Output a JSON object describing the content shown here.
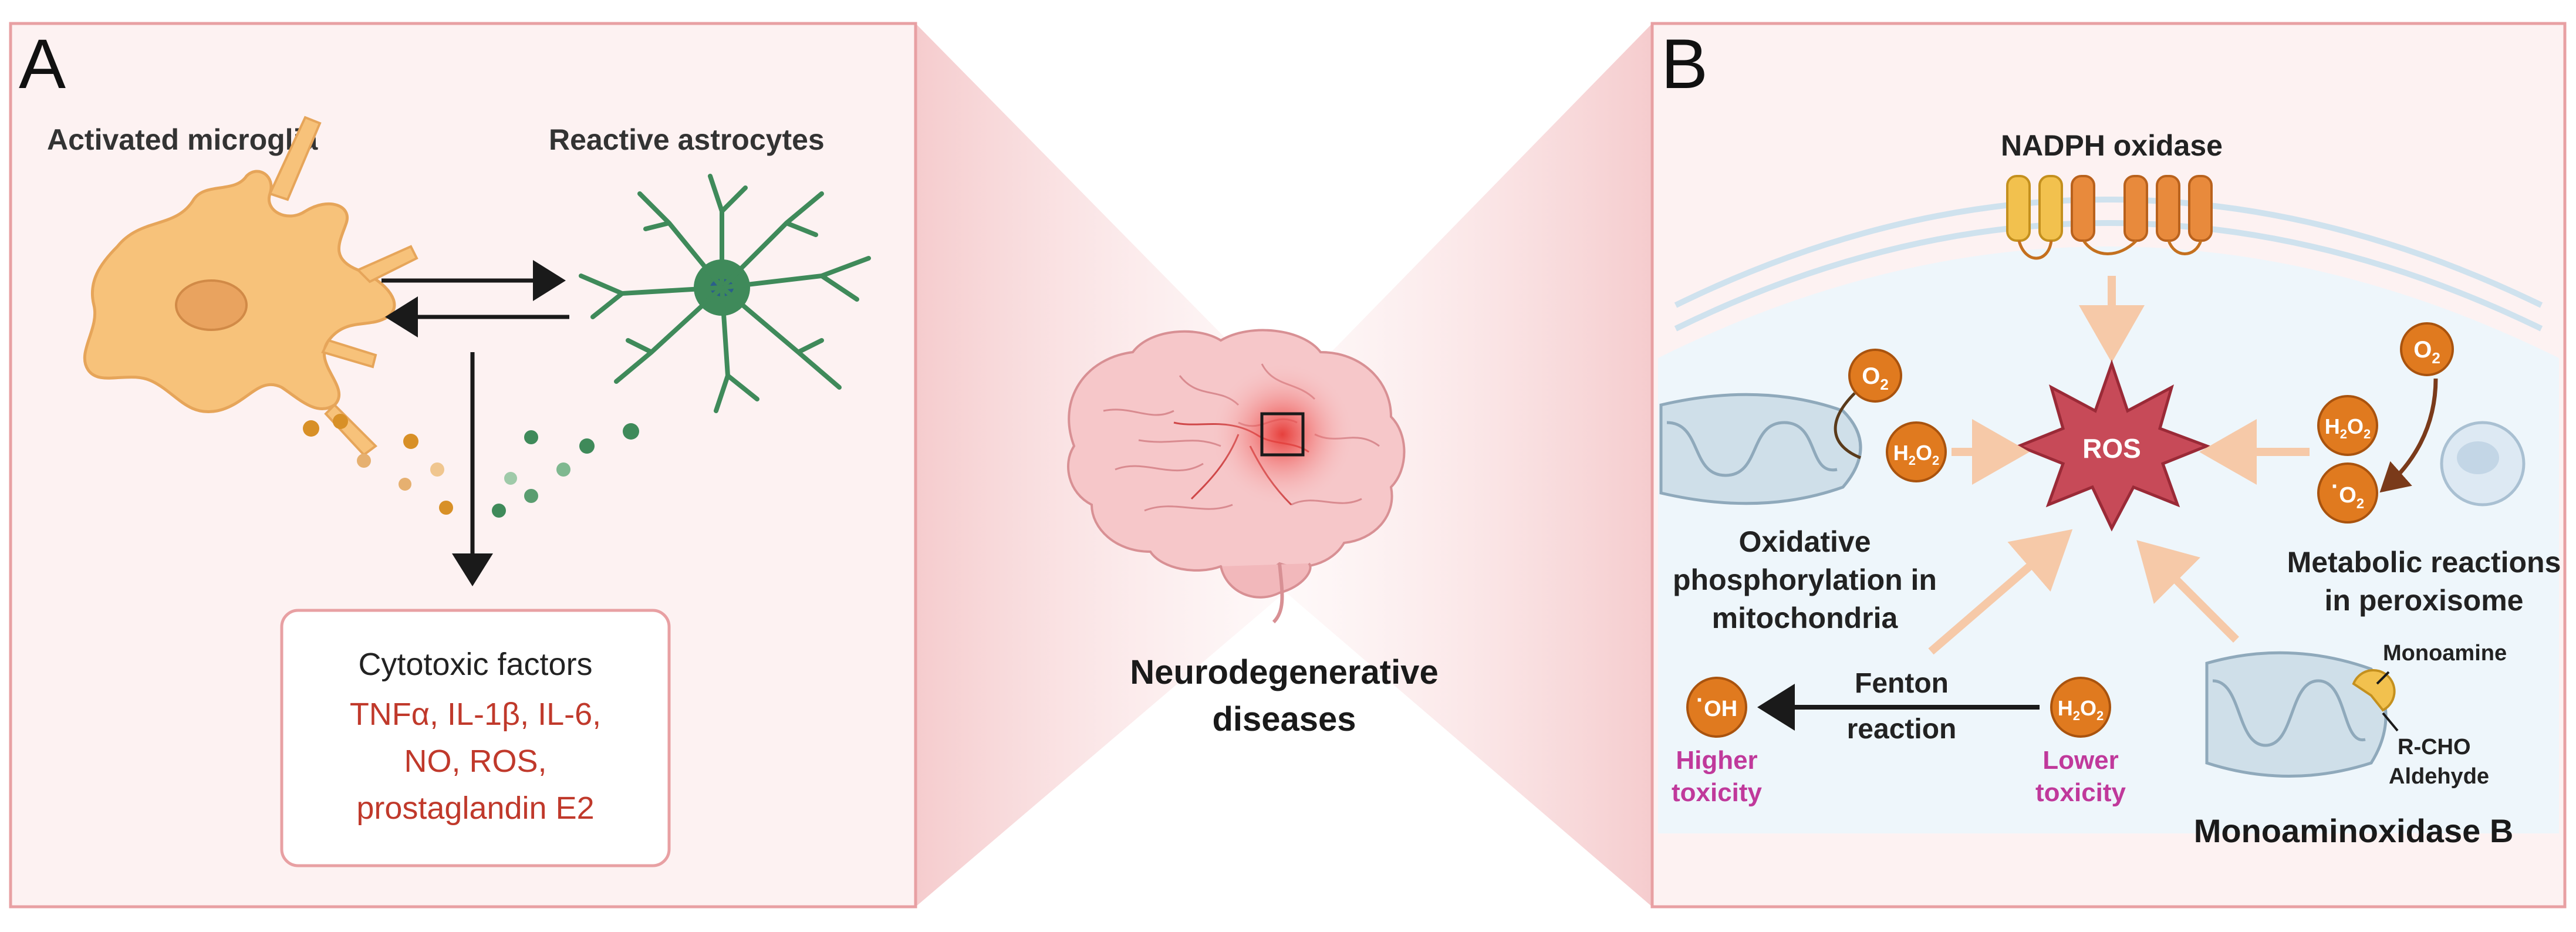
{
  "panel_a": {
    "letter": "A",
    "microglia_label": "Activated microglia",
    "astrocytes_label": "Reactive astrocytes",
    "factors_title": "Cytotoxic factors",
    "factors_lines": [
      "TNFα, IL-1β, IL-6,",
      "NO, ROS,",
      "prostaglandin E2"
    ]
  },
  "center": {
    "title_lines": [
      "Neurodegenerative",
      "diseases"
    ]
  },
  "panel_b": {
    "letter": "B",
    "nadph_label": "NADPH oxidase",
    "ros_label": "ROS",
    "mito_label_lines": [
      "Oxidative",
      "phosphorylation in",
      "mitochondria"
    ],
    "perox_label_lines": [
      "Metabolic reactions",
      "in peroxisome"
    ],
    "fenton_label_lines": [
      "Fenton",
      "reaction"
    ],
    "higher_tox_lines": [
      "Higher",
      "toxicity"
    ],
    "lower_tox_lines": [
      "Lower",
      "toxicity"
    ],
    "mao_label": "Monoaminoxidase B",
    "monoamine_label": "Monoamine",
    "rcho_label": "R-CHO",
    "aldehyde_label": "Aldehyde",
    "o2": "O",
    "h2o2_a": "H",
    "h2o2_b": "O",
    "sub2": "2",
    "oh": "OH",
    "radical_dot": "·"
  },
  "colors": {
    "frame_border": "#e8a0a3",
    "panel_bg": "#fdf2f2",
    "cell_bg": "#eef6fb",
    "accent_red": "#c0392b",
    "molecule_orange": "#e07a1f",
    "toxicity_pink": "#c0399b",
    "arrow_peach": "#f6c9a8",
    "microglia": "#f7c27a",
    "astrocyte": "#3f8a5a"
  }
}
